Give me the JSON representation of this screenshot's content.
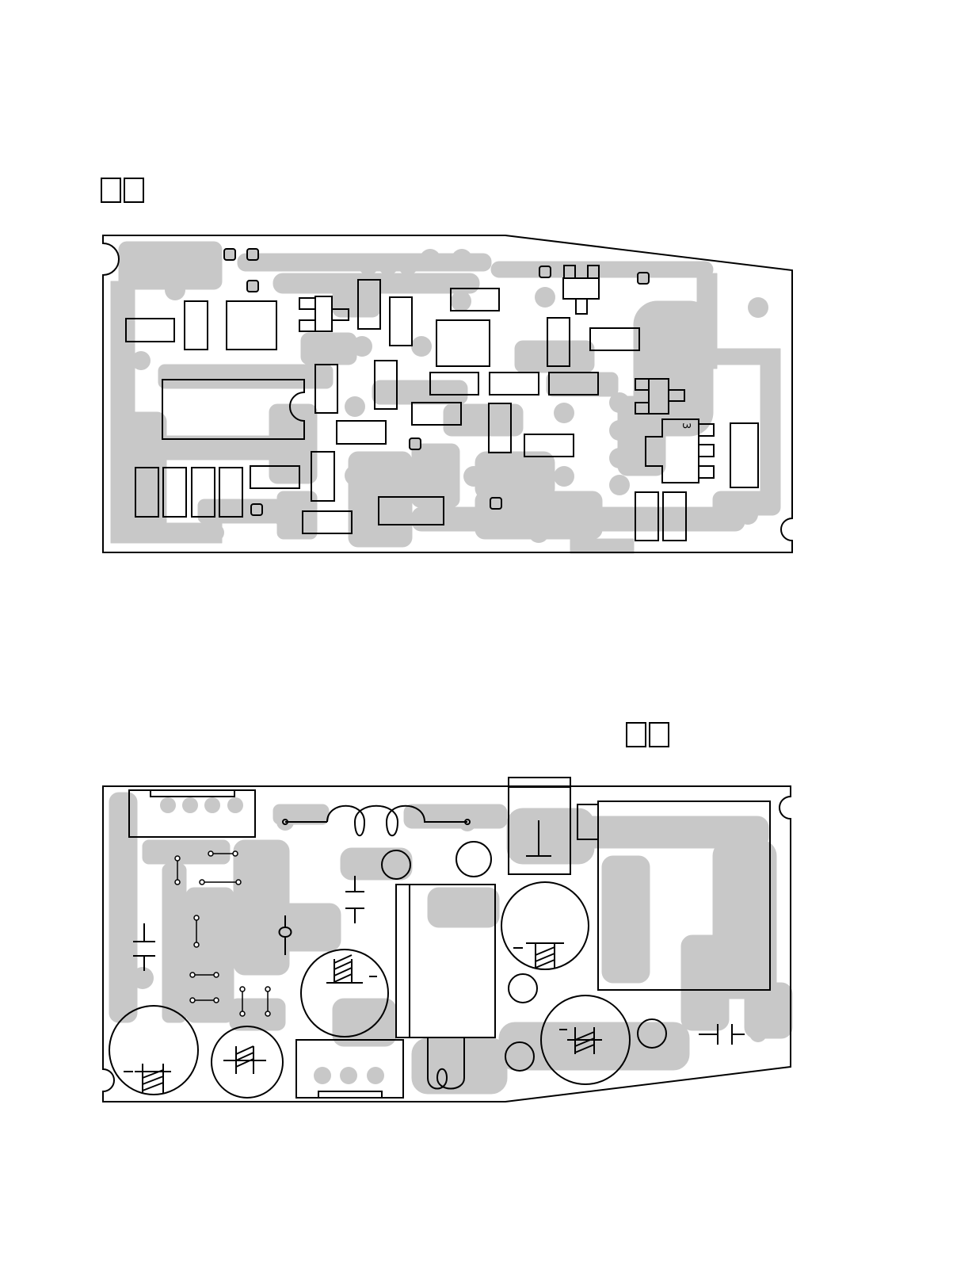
{
  "colors": {
    "trace": "#c8c8c8",
    "outline": "#000000",
    "background": "#ffffff"
  },
  "top_board": {
    "marker_boxes": 2,
    "component_label": "3"
  },
  "bottom_board": {
    "marker_boxes": 2
  }
}
